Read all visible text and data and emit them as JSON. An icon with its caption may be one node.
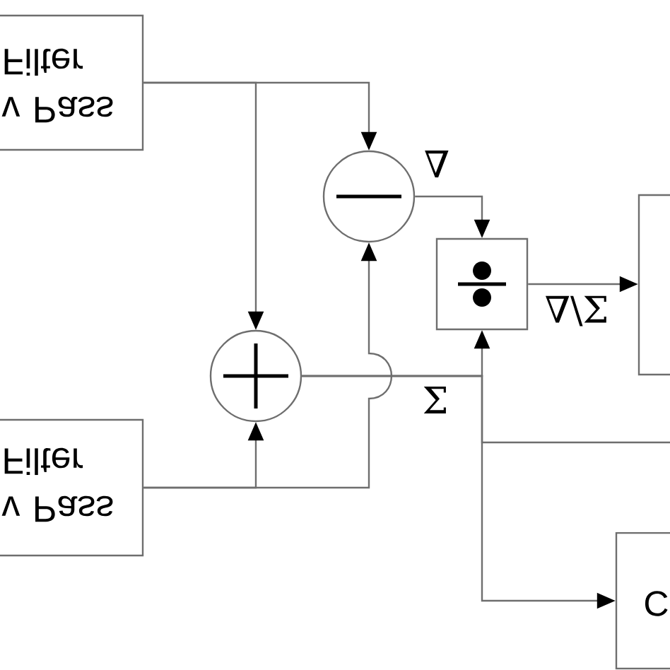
{
  "diagram": {
    "nodes": [
      {
        "text": [
          "v Pass Filter"
        ]
      },
      {
        "text": [
          "v Pass Filter"
        ]
      },
      {
        "text": [],
        "shape": "circle"
      },
      {
        "text": [],
        "shape": "circle"
      },
      {
        "text": [],
        "shape": "box"
      },
      {
        "text": [],
        "shape": "box"
      },
      {
        "text": [
          "C"
        ]
      }
    ],
    "edges": [
      {
        "from": 0,
        "to": 2,
        "arrow": "to"
      },
      {
        "from": 0,
        "to": 3,
        "arrow": "to"
      },
      {
        "from": 1,
        "to": 3,
        "arrow": "to"
      },
      {
        "from": 1,
        "to": 2,
        "arrow": "to"
      },
      {
        "from": 2,
        "to": 4,
        "arrow": "to",
        "label": "∇"
      },
      {
        "from": 3,
        "to": 4,
        "arrow": "to",
        "label": "Σ"
      },
      {
        "from": 4,
        "to": 5,
        "arrow": "to",
        "label": "∇\\Σ"
      },
      {
        "from": 3,
        "to": 6,
        "arrow": "to"
      },
      {
        "from": 3,
        "to": null,
        "arrow": "none"
      }
    ]
  }
}
